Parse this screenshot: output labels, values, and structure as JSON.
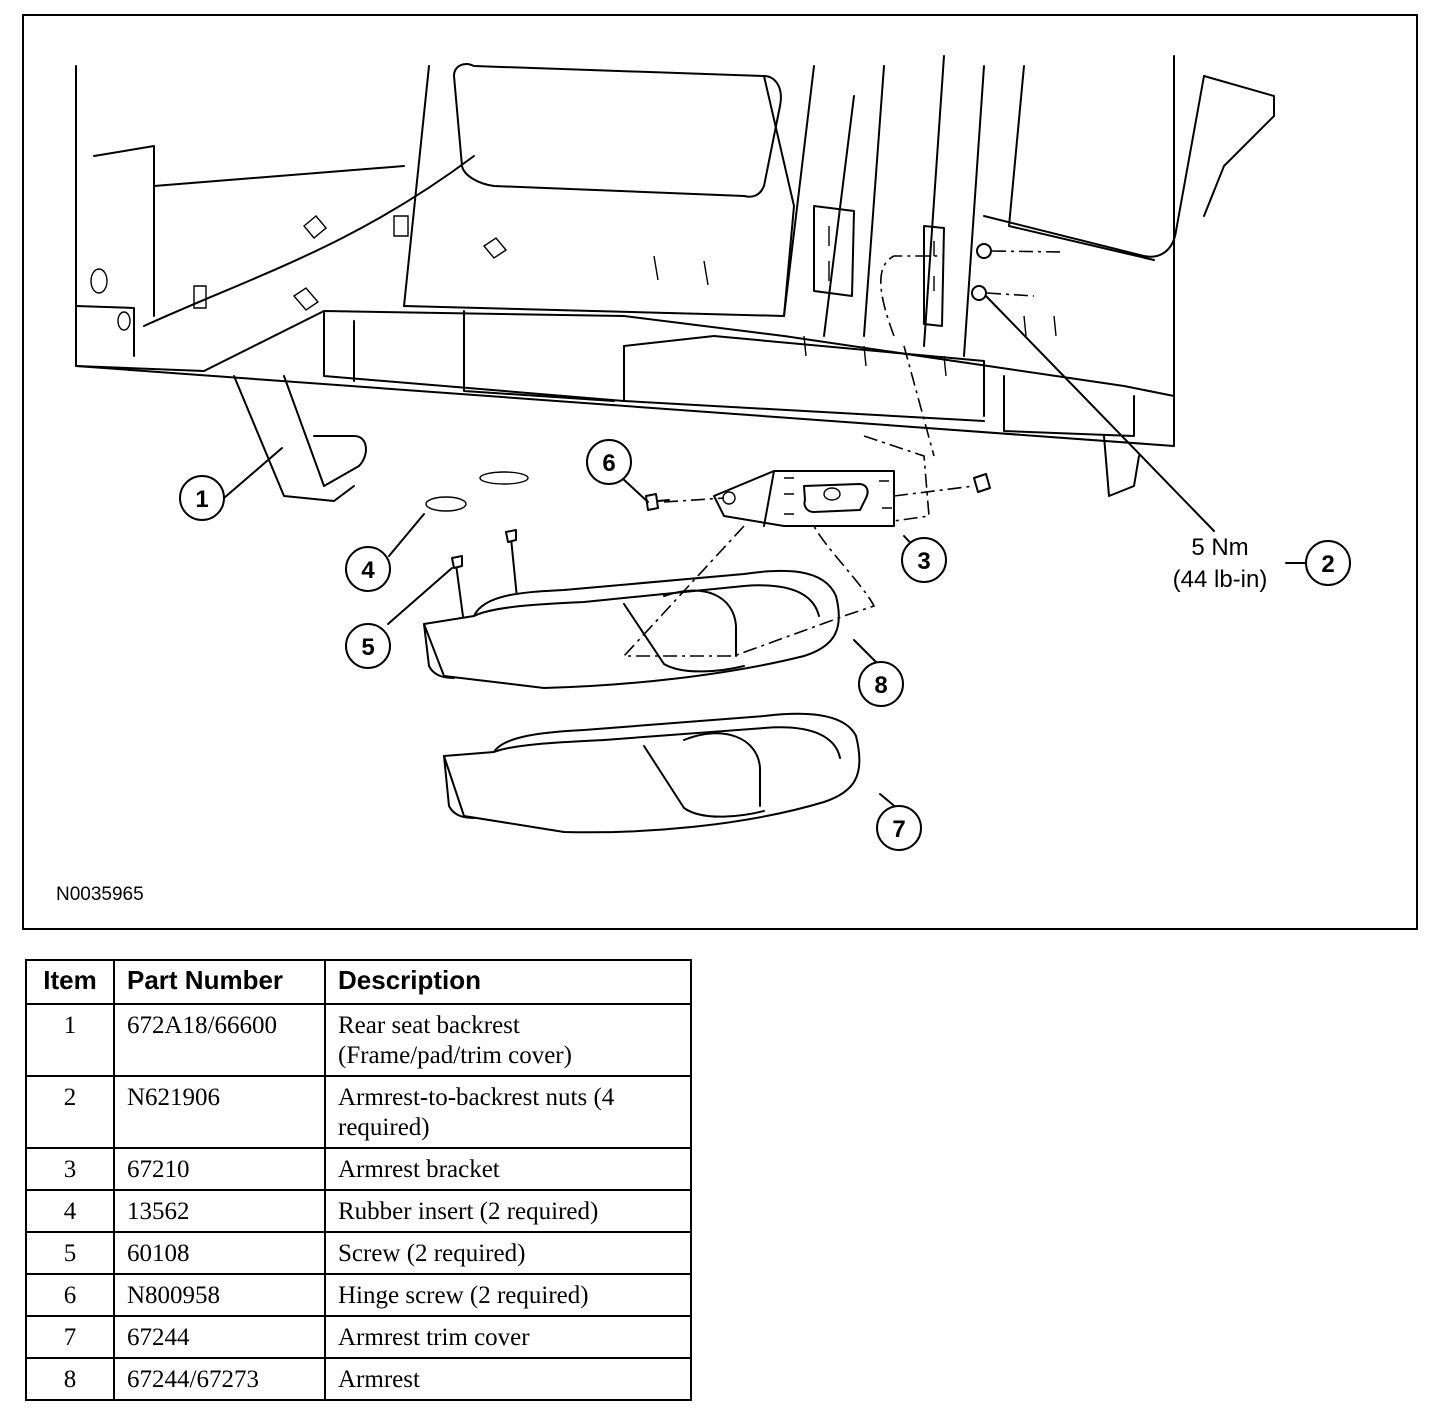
{
  "figure": {
    "id": "N0035965",
    "torque": {
      "line1": "5 Nm",
      "line2": "(44 lb-in)"
    },
    "callouts": [
      "1",
      "2",
      "3",
      "4",
      "5",
      "6",
      "7",
      "8"
    ]
  },
  "table": {
    "headers": {
      "item": "Item",
      "part_number": "Part Number",
      "description": "Description"
    },
    "rows": [
      {
        "item": "1",
        "part_number": "672A18/66600",
        "description": "Rear seat backrest (Frame/pad/trim cover)"
      },
      {
        "item": "2",
        "part_number": "N621906",
        "description": "Armrest-to-backrest nuts (4 required)"
      },
      {
        "item": "3",
        "part_number": "67210",
        "description": "Armrest bracket"
      },
      {
        "item": "4",
        "part_number": "13562",
        "description": "Rubber insert (2 required)"
      },
      {
        "item": "5",
        "part_number": "60108",
        "description": "Screw (2 required)"
      },
      {
        "item": "6",
        "part_number": "N800958",
        "description": "Hinge screw (2 required)"
      },
      {
        "item": "7",
        "part_number": "67244",
        "description": "Armrest trim cover"
      },
      {
        "item": "8",
        "part_number": "67244/67273",
        "description": "Armrest"
      }
    ]
  }
}
